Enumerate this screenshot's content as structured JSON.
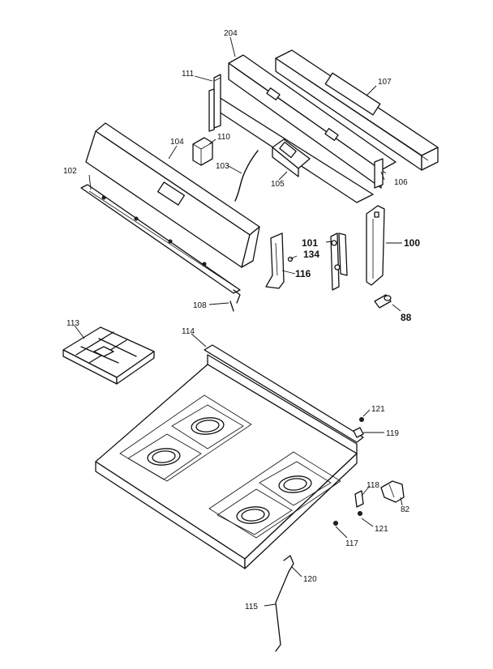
{
  "labels": {
    "p204": "204",
    "p111": "111",
    "p107": "107",
    "p110": "110",
    "p104": "104",
    "p102": "102",
    "p103": "103",
    "p105": "105",
    "p106": "106",
    "p101": "101",
    "p134": "134",
    "p100": "100",
    "p116": "116",
    "p108": "108",
    "p88": "88",
    "p113": "113",
    "p114": "114",
    "p121a": "121",
    "p119": "119",
    "p118": "118",
    "p82": "82",
    "p121b": "121",
    "p117": "117",
    "p120": "120",
    "p115": "115"
  }
}
